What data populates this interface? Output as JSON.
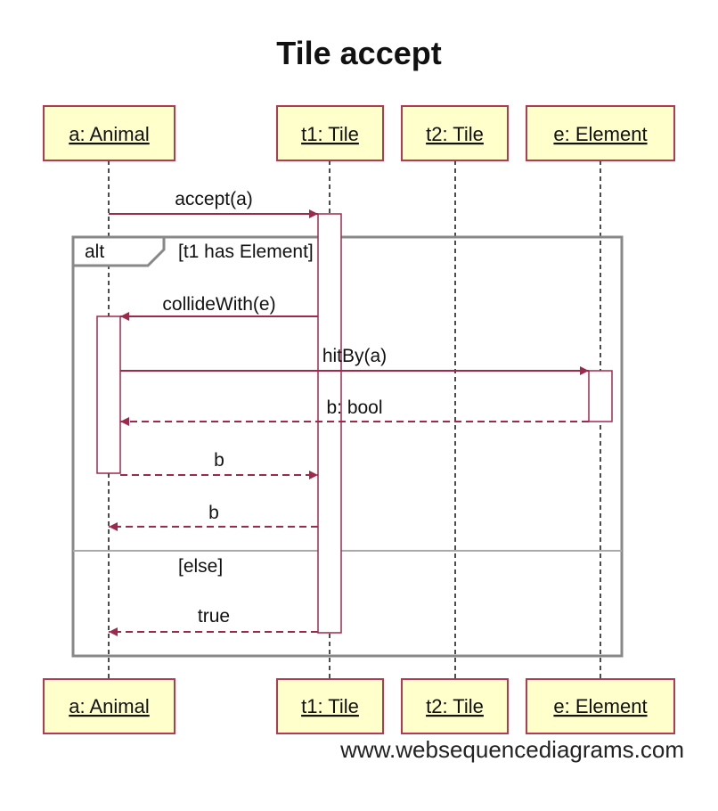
{
  "title": "Tile accept",
  "participants": [
    {
      "id": "a",
      "label": "a: Animal"
    },
    {
      "id": "t1",
      "label": "t1: Tile"
    },
    {
      "id": "t2",
      "label": "t2: Tile"
    },
    {
      "id": "e",
      "label": "e: Element"
    }
  ],
  "fragment": {
    "operator": "alt",
    "guard": "[t1 has Element]",
    "else_label": "[else]"
  },
  "messages": [
    {
      "label": "accept(a)",
      "from": "a",
      "to": "t1",
      "kind": "sync"
    },
    {
      "label": "collideWith(e)",
      "from": "t1",
      "to": "a",
      "kind": "sync"
    },
    {
      "label": "hitBy(a)",
      "from": "a",
      "to": "e",
      "kind": "sync"
    },
    {
      "label": "b: bool",
      "from": "e",
      "to": "a",
      "kind": "return"
    },
    {
      "label": "b",
      "from": "a",
      "to": "t1",
      "kind": "return"
    },
    {
      "label": "b",
      "from": "t1",
      "to": "a",
      "kind": "return"
    },
    {
      "label": "true",
      "from": "t1",
      "to": "a",
      "kind": "return"
    }
  ],
  "watermark": "www.websequencediagrams.com",
  "colors": {
    "participant_fill": "#ffffcc",
    "participant_border": "#b33a55",
    "arrow": "#a0284a",
    "fragment_border": "#888888"
  }
}
